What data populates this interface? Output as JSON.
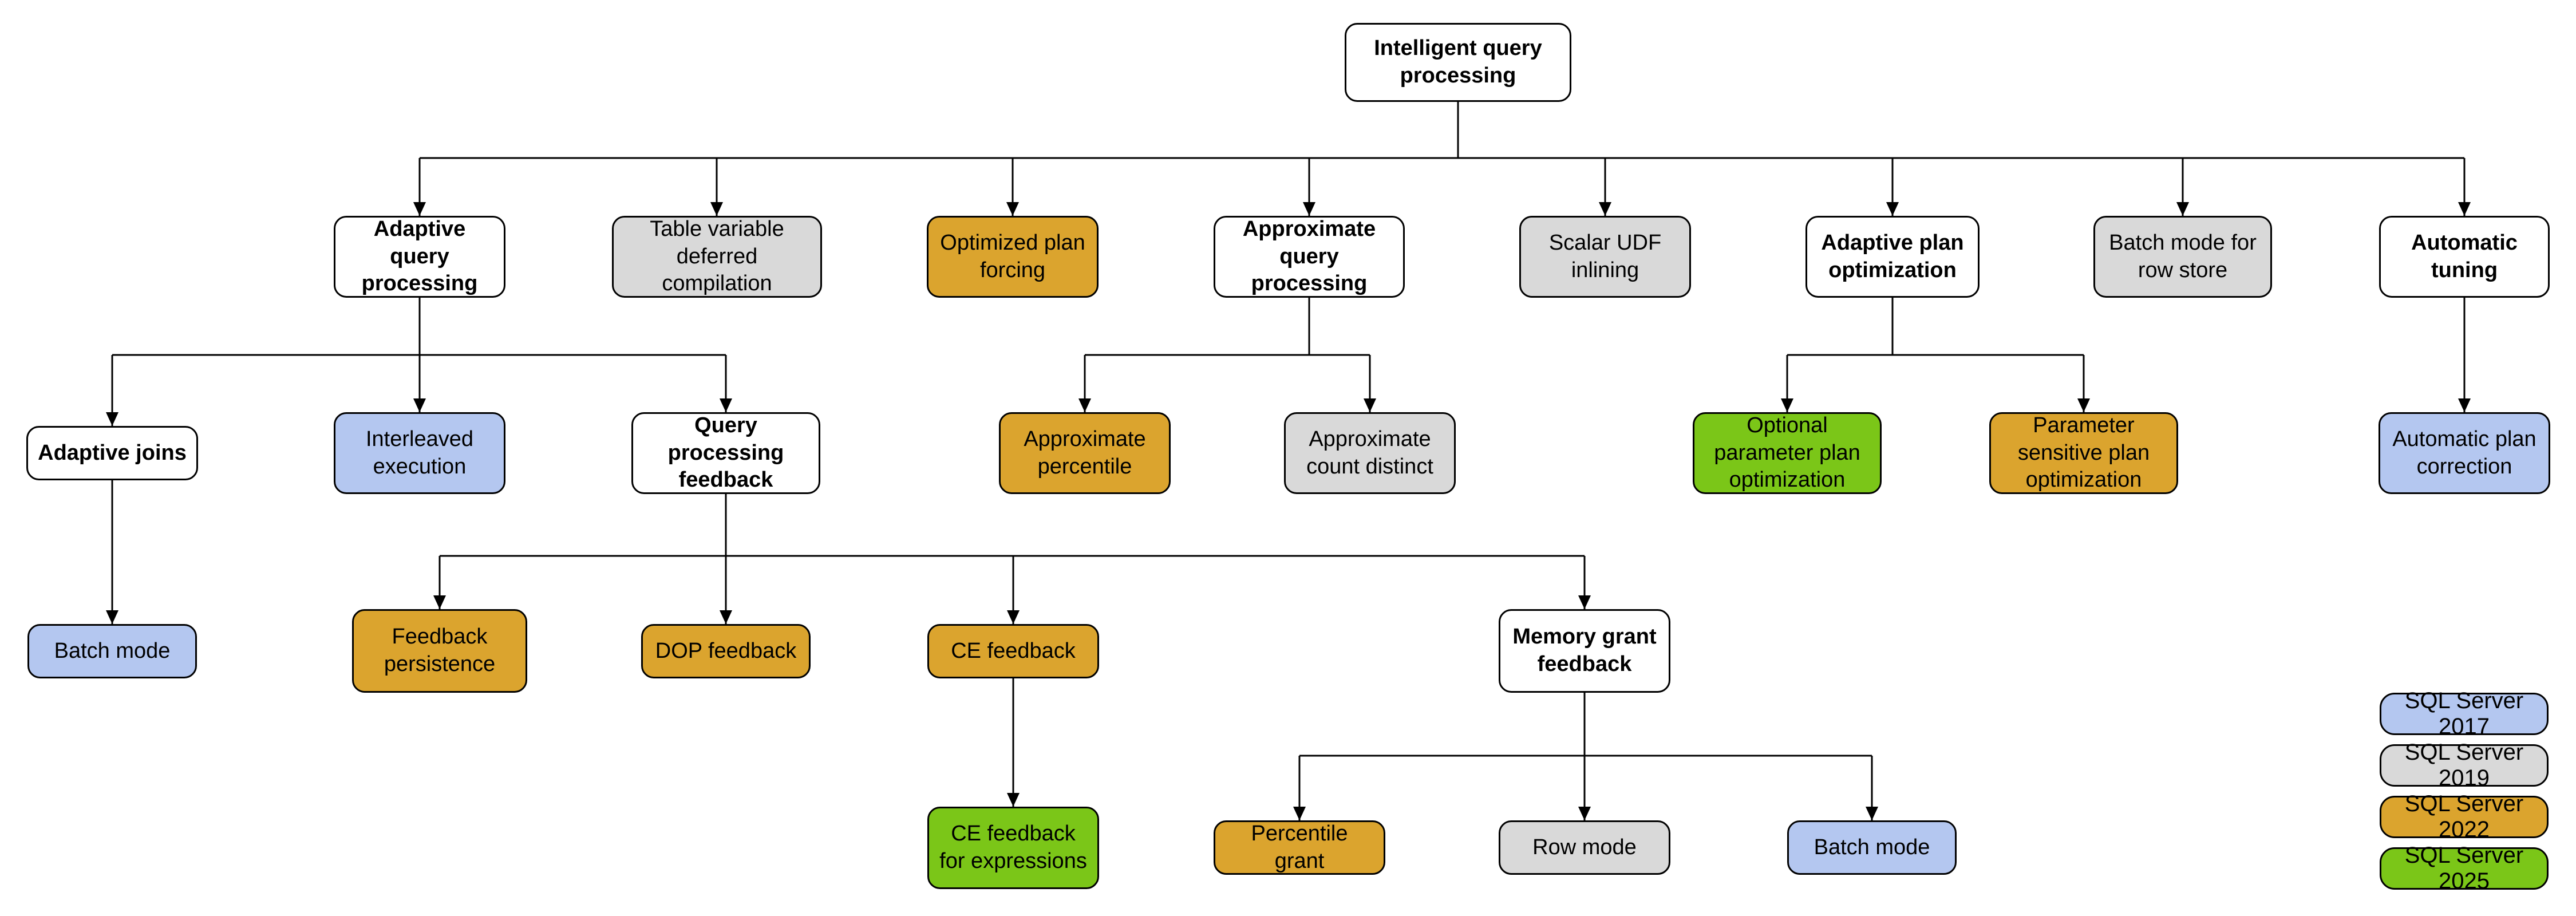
{
  "colors": {
    "category": "#ffffff",
    "sql2017": "#b4c7f0",
    "sql2019": "#d9d9d9",
    "sql2022": "#dba42e",
    "sql2025": "#7bc618",
    "border": "#000000",
    "line": "#000000"
  },
  "nodes": {
    "root": {
      "label": "Intelligent query processing",
      "version": "category"
    },
    "aqp": {
      "label": "Adaptive query processing",
      "version": "category"
    },
    "tvdc": {
      "label": "Table variable deferred compilation",
      "version": "sql2019"
    },
    "opf": {
      "label": "Optimized plan forcing",
      "version": "sql2022"
    },
    "aqp2": {
      "label": "Approximate query processing",
      "version": "category"
    },
    "sudf": {
      "label": "Scalar UDF inlining",
      "version": "sql2019"
    },
    "apo": {
      "label": "Adaptive plan optimization",
      "version": "category"
    },
    "bmrs": {
      "label": "Batch mode for row store",
      "version": "sql2019"
    },
    "at": {
      "label": "Automatic tuning",
      "version": "category"
    },
    "aj": {
      "label": "Adaptive joins",
      "version": "category"
    },
    "ie": {
      "label": "Interleaved execution",
      "version": "sql2017"
    },
    "qpf": {
      "label": "Query processing feedback",
      "version": "category"
    },
    "apct": {
      "label": "Approximate percentile",
      "version": "sql2022"
    },
    "acd": {
      "label": "Approximate count distinct",
      "version": "sql2019"
    },
    "oppo": {
      "label": "Optional parameter plan optimization",
      "version": "sql2025"
    },
    "pspo": {
      "label": "Parameter sensitive plan optimization",
      "version": "sql2022"
    },
    "apc": {
      "label": "Automatic plan correction",
      "version": "sql2017"
    },
    "bm": {
      "label": "Batch mode",
      "version": "sql2017"
    },
    "fp": {
      "label": "Feedback persistence",
      "version": "sql2022"
    },
    "dop": {
      "label": "DOP feedback",
      "version": "sql2022"
    },
    "ce": {
      "label": "CE feedback",
      "version": "sql2022"
    },
    "mgf": {
      "label": "Memory grant feedback",
      "version": "category"
    },
    "cefe": {
      "label": "CE feedback for expressions",
      "version": "sql2025"
    },
    "pg": {
      "label": "Percentile grant",
      "version": "sql2022"
    },
    "rm": {
      "label": "Row mode",
      "version": "sql2019"
    },
    "bm2": {
      "label": "Batch mode",
      "version": "sql2017"
    }
  },
  "legend": {
    "items": [
      {
        "id": "sql-2017",
        "label": "SQL Server 2017",
        "version": "sql2017"
      },
      {
        "id": "sql-2019",
        "label": "SQL Server 2019",
        "version": "sql2019"
      },
      {
        "id": "sql-2022",
        "label": "SQL Server 2022",
        "version": "sql2022"
      },
      {
        "id": "sql-2025",
        "label": "SQL Server 2025",
        "version": "sql2025"
      }
    ]
  }
}
